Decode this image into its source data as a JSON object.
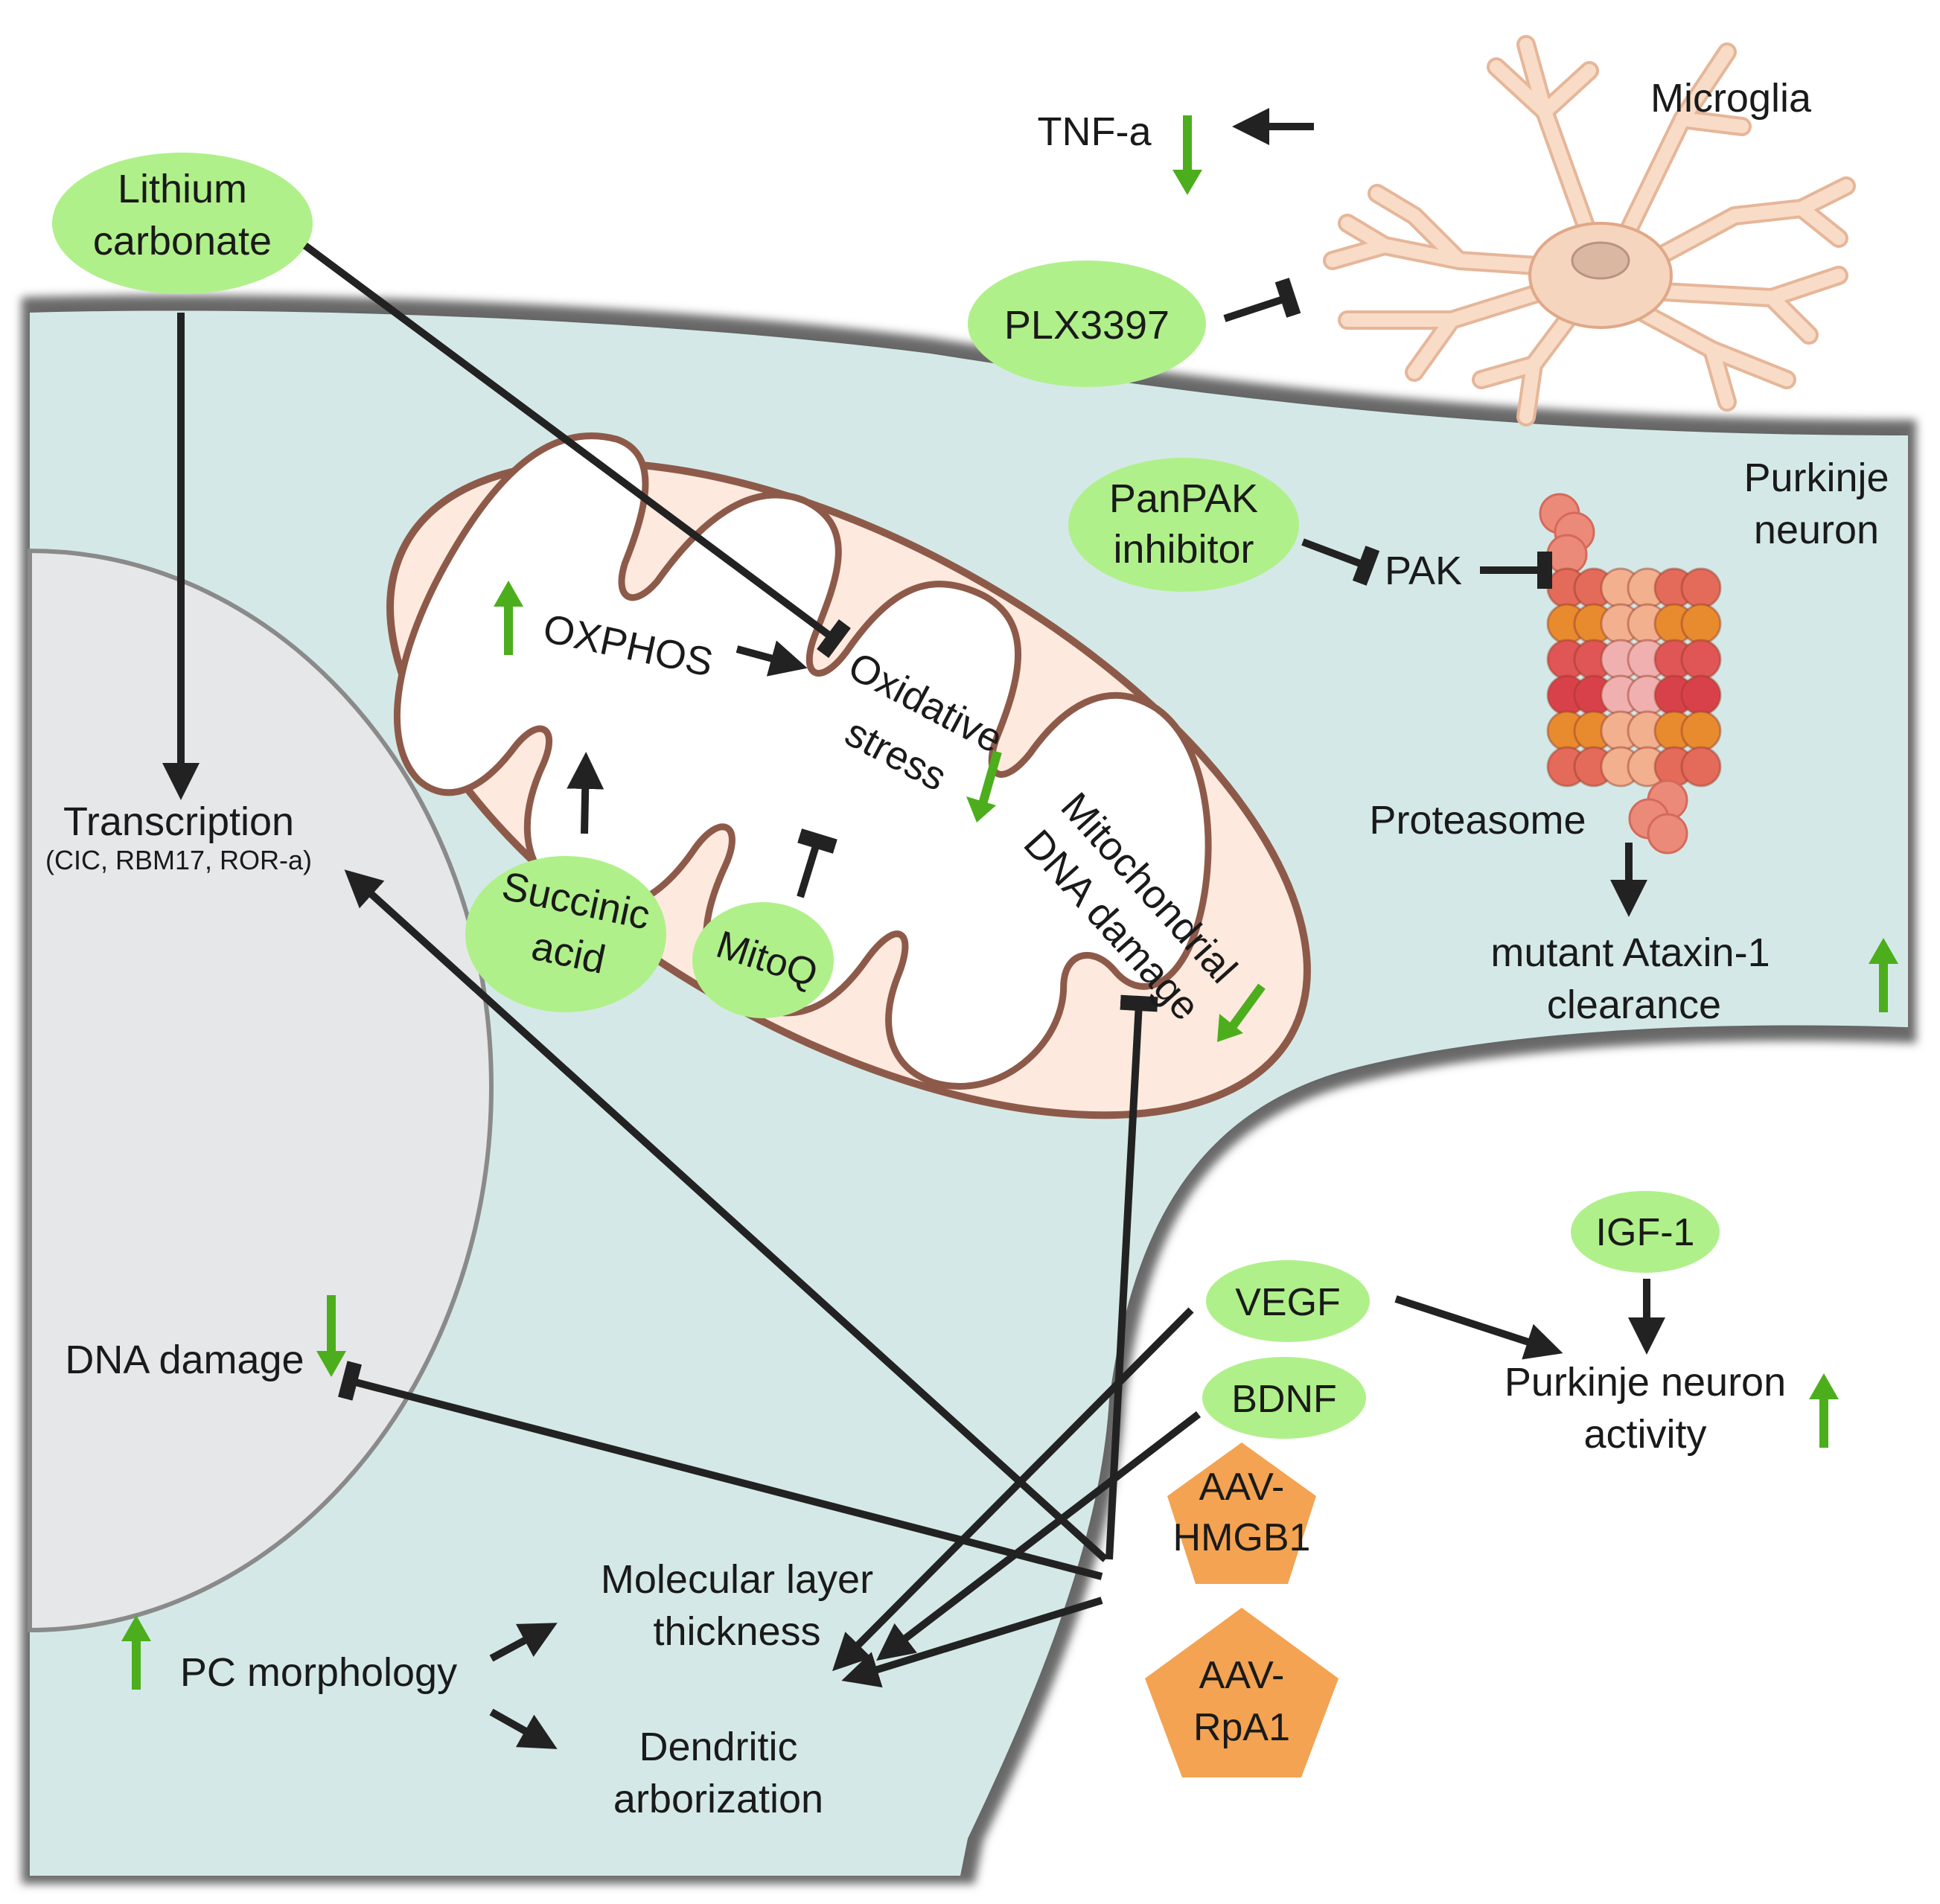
{
  "colors": {
    "cytoplasm": "#d4e9e7",
    "membrane": "#6f6f6f",
    "nucleus": "#e6e7e8",
    "mitochondrion_fill": "#fde9de",
    "mitochondrion_stroke": "#8d5a4a",
    "drug_ellipse": "#b0f08a",
    "gene_therapy": "#f3a352",
    "arrow": "#222222",
    "up_down_arrow": "#4cae1c",
    "microglia": "#f6d5bf",
    "microglia_stroke": "#e0a888"
  },
  "labels": {
    "lithium_l1": "Lithium",
    "lithium_l2": "carbonate",
    "transcription": "Transcription",
    "transcription_sub": "(CIC, RBM17, ROR-a)",
    "dna_damage": "DNA damage",
    "pc_morphology": "PC morphology",
    "molecular_l1": "Molecular layer",
    "molecular_l2": "thickness",
    "dendritic_l1": "Dendritic",
    "dendritic_l2": "arborization",
    "oxphos": "OXPHOS",
    "oxidative_l1": "Oxidative",
    "oxidative_l2": "stress",
    "mito_dna_l1": "Mitochondrial",
    "mito_dna_l2": "DNA damage",
    "succinic_l1": "Succinic",
    "succinic_l2": "acid",
    "mitoq": "MitoQ",
    "tnf": "TNF-a",
    "microglia": "Microglia",
    "plx": "PLX3397",
    "panpak_l1": "PanPAK",
    "panpak_l2": "inhibitor",
    "pak": "PAK",
    "purkinje_l1": "Purkinje",
    "purkinje_l2": "neuron",
    "proteasome": "Proteasome",
    "clearance_l1": "mutant Ataxin-1",
    "clearance_l2": "clearance",
    "igf": "IGF-1",
    "vegf": "VEGF",
    "bdnf": "BDNF",
    "activity_l1": "Purkinje neuron",
    "activity_l2": "activity",
    "aav_hmgb1_l1": "AAV-",
    "aav_hmgb1_l2": "HMGB1",
    "aav_rpa1_l1": "AAV-",
    "aav_rpa1_l2": "RpA1"
  }
}
